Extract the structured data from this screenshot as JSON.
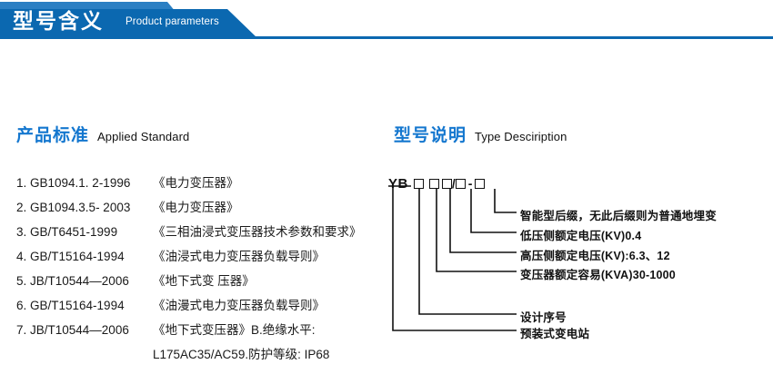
{
  "banner": {
    "title": "型号含义",
    "subtitle": "Product parameters",
    "accent_color": "#0b68b0",
    "accent_color_light": "#2b7fc3"
  },
  "left_section": {
    "heading_cn": "产品标准",
    "heading_en": "Applied Standard",
    "items": [
      {
        "code": "1. GB1094.1. 2-1996",
        "name": "《电力变压器》"
      },
      {
        "code": "2. GB1094.3.5- 2003",
        "name": "《电力变压器》"
      },
      {
        "code": "3. GB/T6451-1999",
        "name": "《三相油浸式变压器技术参数和要求》"
      },
      {
        "code": "4. GB/T15164-1994",
        "name": "《油浸式电力变压器负载导则》"
      },
      {
        "code": "5. JB/T10544—2006",
        "name": "《地下式变 压器》"
      },
      {
        "code": "6. GB/T15164-1994",
        "name": "《油漫式电力变压器负载导则》"
      },
      {
        "code": "7. JB/T10544—2006",
        "name": "《地下式变压器》B.绝缘水平:"
      },
      {
        "code": "",
        "name": "L175AC35/AC59.防护等级: IP68"
      }
    ]
  },
  "right_section": {
    "heading_cn": "型号说明",
    "heading_en": "Type Desciription",
    "code": {
      "prefix": "YB",
      "slash": "/",
      "dash": "-"
    },
    "labels": [
      "智能型后缀，无此后缀则为普通地埋变",
      "低压侧额定电压(KV)0.4",
      "高压侧额定电压(KV):6.3、12",
      "变压器额定容易(KVA)30-1000",
      "设计序号",
      "预装式变电站"
    ]
  },
  "colors": {
    "heading_blue": "#1477cf",
    "text_black": "#1a1a1a"
  }
}
